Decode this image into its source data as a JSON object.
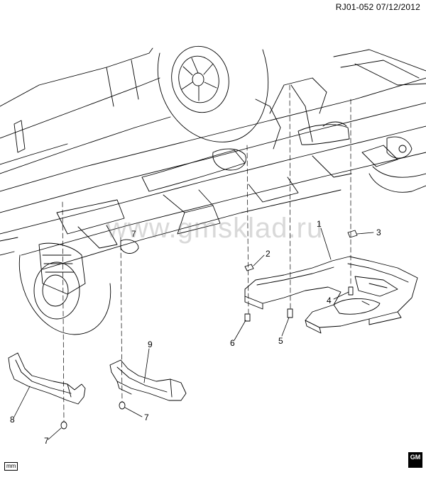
{
  "header": {
    "ref_code": "RJ01-052  07/12/2012"
  },
  "footer": {
    "unit_label": "mm",
    "brand": "GM"
  },
  "watermark": {
    "text": "www.gmsklad.ru"
  },
  "callouts": {
    "c1": "1",
    "c2": "2",
    "c3": "3",
    "c4": "4",
    "c5": "5",
    "c6": "6",
    "c7a": "7",
    "c7b": "7",
    "c7c": "7",
    "c8": "8",
    "c9": "9"
  },
  "colors": {
    "line": "#000000",
    "background": "#ffffff",
    "watermark": "#787878"
  }
}
